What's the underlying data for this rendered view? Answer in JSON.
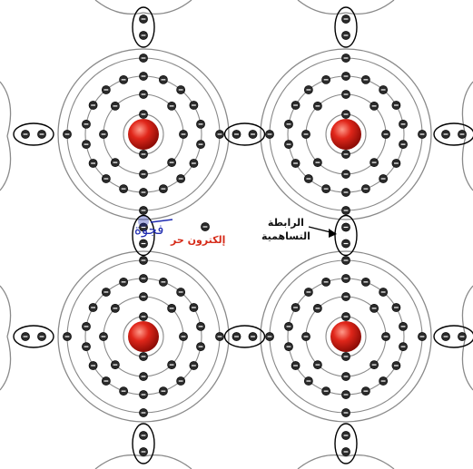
{
  "labels": {
    "hole": "فجوة",
    "free_electron": "إلكترون حر",
    "covalent_bond_line1": "الرابطة",
    "covalent_bond_line2": "التساهمية"
  },
  "colors": {
    "nucleus": "#e0261a",
    "hole_label": "#1e2bb0",
    "free_electron_label": "#d62c1a",
    "electron": "#2b2b2b",
    "orbit": "#8a8a8a"
  },
  "atoms": [
    {
      "name": "top-left",
      "electrons_per_shell": [
        2,
        8,
        18,
        4
      ]
    },
    {
      "name": "top-right",
      "electrons_per_shell": [
        2,
        8,
        18,
        4
      ]
    },
    {
      "name": "bottom-left",
      "electrons_per_shell": [
        2,
        8,
        18,
        4
      ]
    },
    {
      "name": "bottom-right",
      "electrons_per_shell": [
        2,
        8,
        18,
        4
      ]
    }
  ]
}
